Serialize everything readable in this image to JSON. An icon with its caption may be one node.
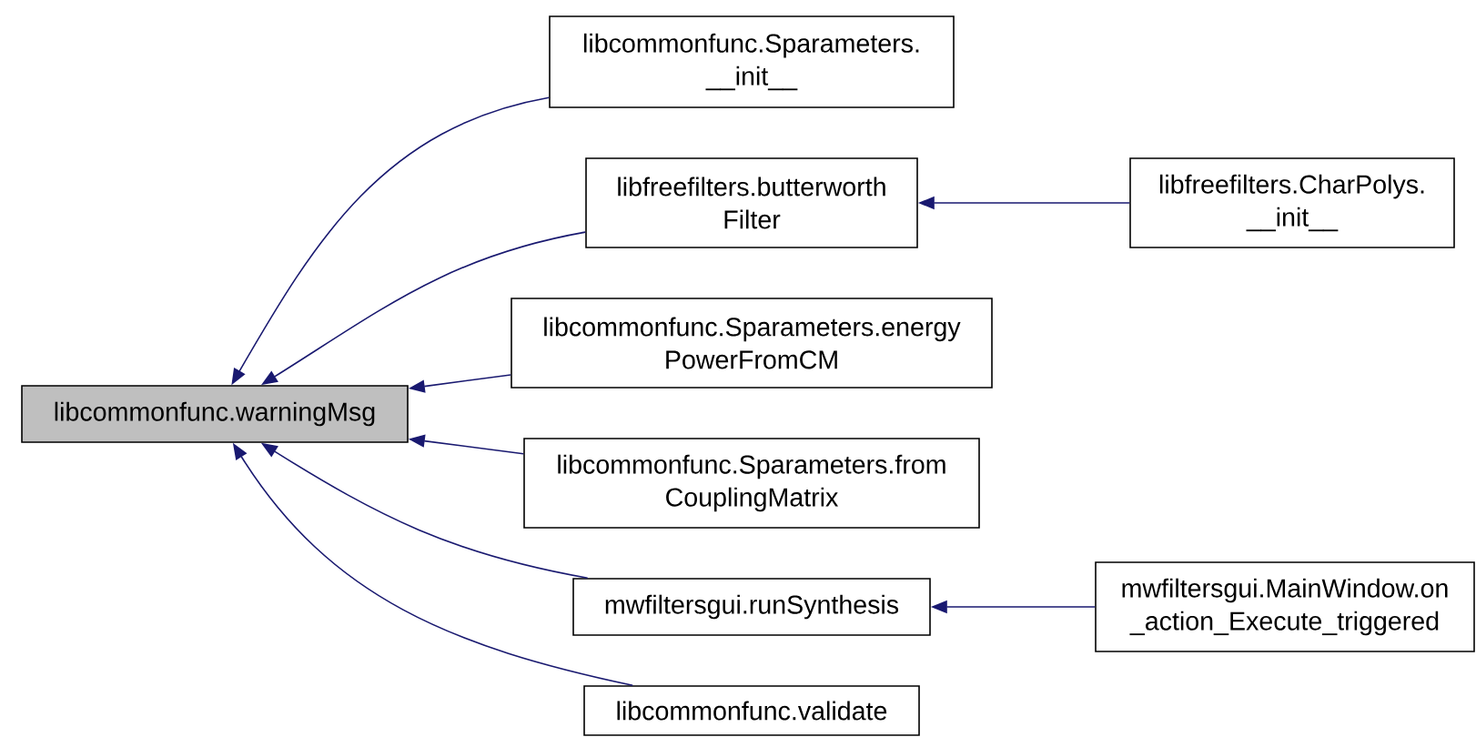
{
  "diagram": {
    "nodes": [
      {
        "text": [
          "libcommonfunc.warningMsg"
        ]
      },
      {
        "text": [
          "libcommonfunc.Sparameters. __init__"
        ]
      },
      {
        "text": [
          "libfreefilters.butterworth Filter"
        ]
      },
      {
        "text": [
          "libfreefilters.CharPolys. __init__"
        ]
      },
      {
        "text": [
          "libcommonfunc.Sparameters.energy PowerFromCM"
        ]
      },
      {
        "text": [
          "libcommonfunc.Sparameters.from CouplingMatrix"
        ]
      },
      {
        "text": [
          "mwfiltersgui.runSynthesis"
        ]
      },
      {
        "text": [
          "mwfiltersgui.MainWindow.on _action_Execute_triggered"
        ]
      },
      {
        "text": [
          "libcommonfunc.validate"
        ]
      }
    ],
    "edges": [
      {
        "from": 1,
        "to": 0,
        "arrow": "to"
      },
      {
        "from": 2,
        "to": 0,
        "arrow": "to"
      },
      {
        "from": 3,
        "to": 2,
        "arrow": "to"
      },
      {
        "from": 4,
        "to": 0,
        "arrow": "to"
      },
      {
        "from": 5,
        "to": 0,
        "arrow": "to"
      },
      {
        "from": 6,
        "to": 0,
        "arrow": "to"
      },
      {
        "from": 7,
        "to": 6,
        "arrow": "to"
      },
      {
        "from": 8,
        "to": 0,
        "arrow": "to"
      }
    ]
  }
}
